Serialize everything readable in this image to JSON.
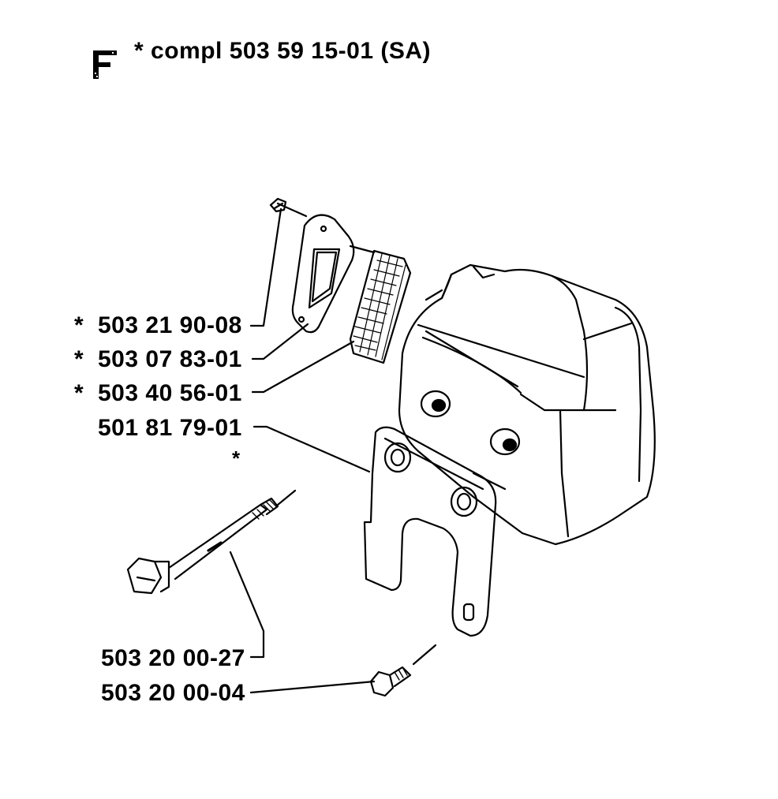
{
  "header": {
    "section_letter": "F",
    "title": "*  compl 503 59 15-01 (SA)"
  },
  "parts": [
    {
      "marker": "*",
      "number": "503 21 90-08"
    },
    {
      "marker": "*",
      "number": "503 07 83-01"
    },
    {
      "marker": "*",
      "number": "503 40 56-01"
    },
    {
      "marker": "",
      "number": "501 81 79-01"
    },
    {
      "marker": "",
      "number": "503 20 00-27"
    },
    {
      "marker": "",
      "number": "503 20 00-04"
    }
  ],
  "loose_marker": "*"
}
